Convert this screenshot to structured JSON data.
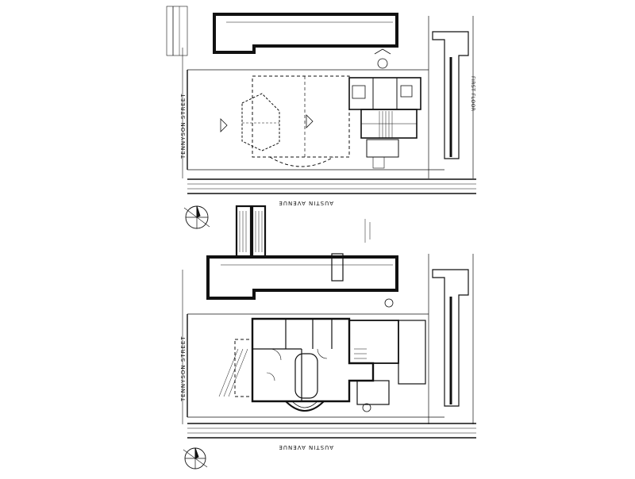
{
  "labels": {
    "street_top": "TENNYSON STREET",
    "street_bottom": "TENNYSON STREET",
    "avenue_top": "AUSTIN AVENUE",
    "avenue_bottom": "AUSTIN AVENUE",
    "first_floor": "FIRST FLOOR"
  },
  "colors": {
    "ink": "#111111",
    "paper": "#ffffff"
  }
}
